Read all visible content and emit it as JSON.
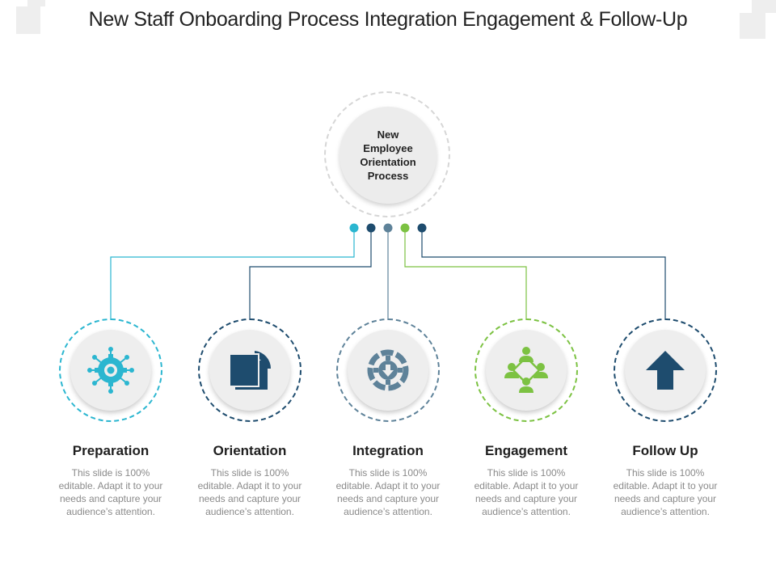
{
  "title": "New Staff Onboarding Process Integration Engagement & Follow-Up",
  "hub": {
    "lines": [
      "New",
      "Employee",
      "Orientation",
      "Process"
    ]
  },
  "colors": {
    "cyan": "#2bb6d0",
    "navy": "#1e4c6e",
    "slate": "#5e8299",
    "green": "#7cc242"
  },
  "steps": [
    {
      "label": "Preparation",
      "icon": "gear-network-icon",
      "color": "#2bb6d0",
      "desc": "This slide is 100% editable. Adapt it to your needs and capture your audience’s attention."
    },
    {
      "label": "Orientation",
      "icon": "documents-icon",
      "color": "#1e4c6e",
      "desc": "This slide is 100% editable. Adapt it to your needs and capture your audience’s attention."
    },
    {
      "label": "Integration",
      "icon": "gear-arrow-icon",
      "color": "#5e8299",
      "desc": "This slide is 100% editable. Adapt it to your needs and capture your audience’s attention."
    },
    {
      "label": "Engagement",
      "icon": "people-network-icon",
      "color": "#7cc242",
      "desc": "This slide is 100% editable. Adapt it to your needs and capture your audience’s attention."
    },
    {
      "label": "Follow Up",
      "icon": "up-arrow-icon",
      "color": "#1e4c6e",
      "desc": "This slide is 100% editable. Adapt it to your needs and capture your audience’s attention."
    }
  ]
}
